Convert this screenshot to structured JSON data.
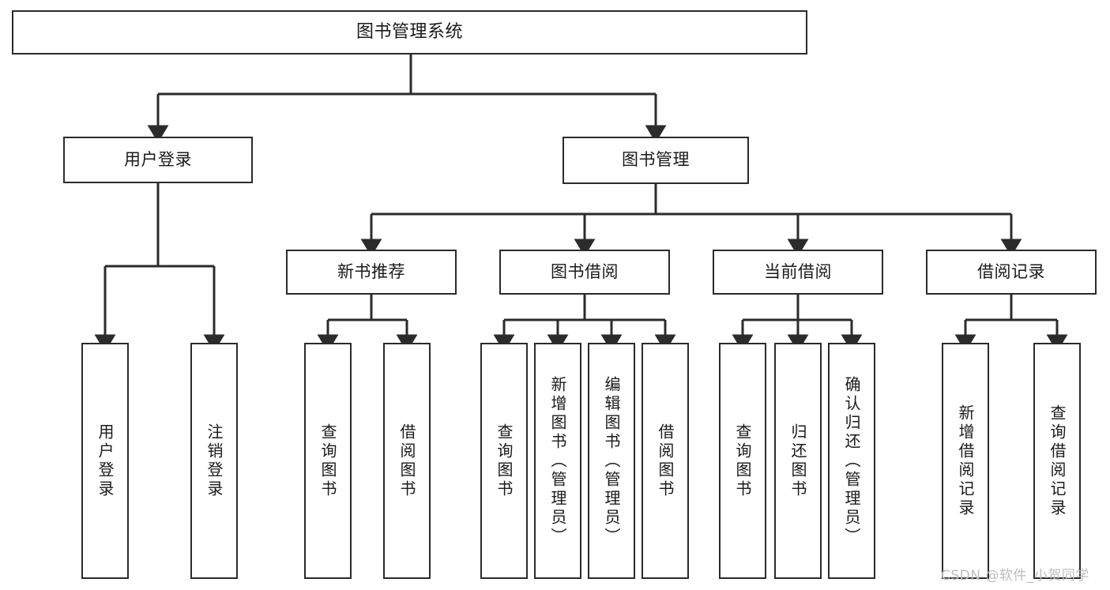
{
  "diagram": {
    "title": "图书管理系统",
    "type": "tree",
    "orientation": "top-down",
    "colors": {
      "box_border": "#2b2b2b",
      "box_fill": "#ffffff",
      "connector": "#2b2b2b",
      "text": "#1a1a1a",
      "watermark": "#bdbdbd",
      "background": "#ffffff"
    },
    "watermark": "CSDN @软件_小贺同学",
    "nodes": {
      "root": {
        "id": "root",
        "label": "图书管理系统",
        "level": 1,
        "orientation": "horizontal"
      },
      "level2": [
        {
          "id": "user-login",
          "label": "用户登录",
          "level": 2,
          "orientation": "horizontal"
        },
        {
          "id": "book-manage",
          "label": "图书管理",
          "level": 2,
          "orientation": "horizontal"
        }
      ],
      "level3": [
        {
          "id": "new-book-recommend",
          "label": "新书推荐",
          "level": 3,
          "orientation": "horizontal",
          "parent": "book-manage"
        },
        {
          "id": "book-borrow",
          "label": "图书借阅",
          "level": 3,
          "orientation": "horizontal",
          "parent": "book-manage"
        },
        {
          "id": "current-borrow",
          "label": "当前借阅",
          "level": 3,
          "orientation": "horizontal",
          "parent": "book-manage"
        },
        {
          "id": "borrow-record",
          "label": "借阅记录",
          "level": 3,
          "orientation": "horizontal",
          "parent": "book-manage"
        }
      ],
      "leaves": [
        {
          "id": "leaf-user-login",
          "label": "用户登录",
          "orientation": "vertical",
          "parent": "user-login"
        },
        {
          "id": "leaf-logout-login",
          "label": "注销登录",
          "orientation": "vertical",
          "parent": "user-login"
        },
        {
          "id": "leaf-query-book-1",
          "label": "查询图书",
          "orientation": "vertical",
          "parent": "new-book-recommend"
        },
        {
          "id": "leaf-borrow-book-1",
          "label": "借阅图书",
          "orientation": "vertical",
          "parent": "new-book-recommend"
        },
        {
          "id": "leaf-query-book-2",
          "label": "查询图书",
          "orientation": "vertical",
          "parent": "book-borrow"
        },
        {
          "id": "leaf-add-book",
          "label": "新增图书（管理员）",
          "orientation": "vertical",
          "parent": "book-borrow"
        },
        {
          "id": "leaf-edit-book",
          "label": "编辑图书（管理员）",
          "orientation": "vertical",
          "parent": "book-borrow"
        },
        {
          "id": "leaf-borrow-book-2",
          "label": "借阅图书",
          "orientation": "vertical",
          "parent": "book-borrow"
        },
        {
          "id": "leaf-query-book-3",
          "label": "查询图书",
          "orientation": "vertical",
          "parent": "current-borrow"
        },
        {
          "id": "leaf-return-book",
          "label": "归还图书",
          "orientation": "vertical",
          "parent": "current-borrow"
        },
        {
          "id": "leaf-confirm-return",
          "label": "确认归还（管理员）",
          "orientation": "vertical",
          "parent": "current-borrow"
        },
        {
          "id": "leaf-add-borrow-record",
          "label": "新增借阅记录",
          "orientation": "vertical",
          "parent": "borrow-record"
        },
        {
          "id": "leaf-query-borrow-record",
          "label": "查询借阅记录",
          "orientation": "vertical",
          "parent": "borrow-record"
        }
      ]
    }
  }
}
